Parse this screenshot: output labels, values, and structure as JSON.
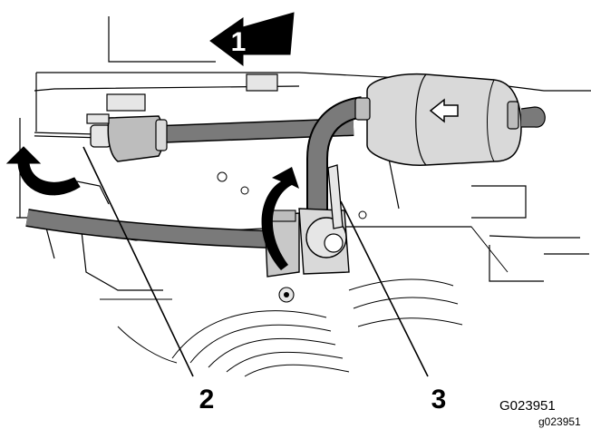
{
  "callouts": {
    "direction_arrow_label": "1",
    "fuel_shutoff_label": "2",
    "hose_clamp_label": "3"
  },
  "figure_code": "G023951",
  "figure_code_small": "g023951",
  "colors": {
    "line": "#000000",
    "hose": "#7a7a7a",
    "filter": "#d9d9d9",
    "valve": "#bdbdbd",
    "background": "#ffffff"
  }
}
